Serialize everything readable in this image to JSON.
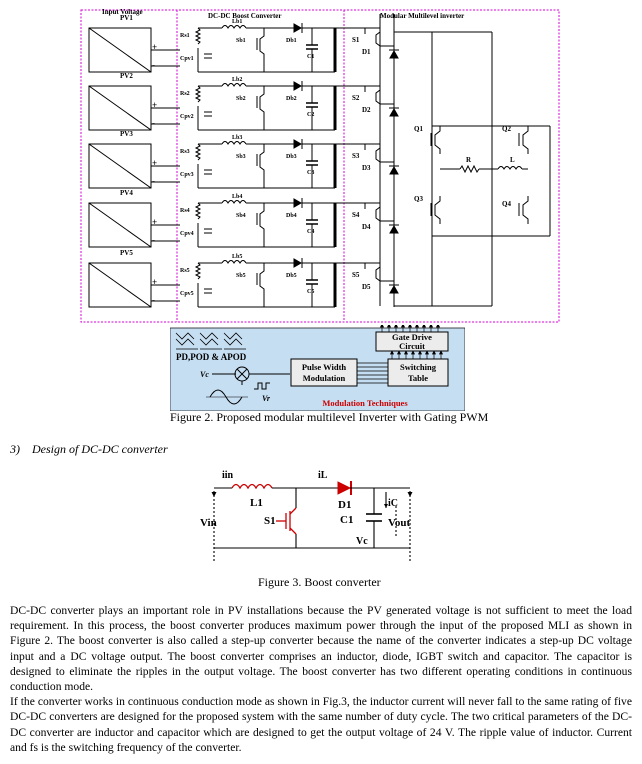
{
  "figure2": {
    "labels": {
      "input_voltage": "Input Voltage",
      "dcdc": "DC-DC Boost Converter",
      "mli": "Modular Multilevel inverter",
      "pv": [
        "PV1",
        "PV2",
        "PV3",
        "PV4",
        "PV5"
      ],
      "rs": [
        "Rs1",
        "Rs2",
        "Rs3",
        "Rs4",
        "Rs5"
      ],
      "cpv": [
        "Cpv1",
        "Cpv2",
        "Cpv3",
        "Cpv4",
        "Cpv5"
      ],
      "lb": [
        "Lb1",
        "Lb2",
        "Lb3",
        "Lb4",
        "Lb5"
      ],
      "sb": [
        "Sb1",
        "Sb2",
        "Sb3",
        "Sb4",
        "Sb5"
      ],
      "db": [
        "Db1",
        "Db2",
        "Db3",
        "Db4",
        "Db5"
      ],
      "c": [
        "C1",
        "C2",
        "C3",
        "C4",
        "C5"
      ],
      "s": [
        "S1",
        "S2",
        "S3",
        "S4",
        "S5"
      ],
      "d": [
        "D1",
        "D2",
        "D3",
        "D4",
        "D5"
      ],
      "q1": "Q1",
      "q2": "Q2",
      "q3": "Q3",
      "q4": "Q4",
      "r": "R",
      "l": "L"
    },
    "control": {
      "pd_pod_apod": "PD,POD & APOD",
      "vc": "Vc",
      "vr": "Vr",
      "pwm_line1": "Pulse Width",
      "pwm_line2": "Modulation",
      "gate_line1": "Gate Drive",
      "gate_line2": "Circuit",
      "switch_line1": "Switching",
      "switch_line2": "Table",
      "modulation": "Modulation Techniques"
    },
    "caption": "Figure 2. Proposed modular multilevel Inverter with Gating PWM"
  },
  "section": {
    "number": "3)",
    "title": "Design of DC-DC converter"
  },
  "figure3": {
    "iin": "iin",
    "il": "iL",
    "l1": "L1",
    "s1": "S1",
    "d1": "D1",
    "ic": "iC",
    "c1": "C1",
    "vin": "Vin",
    "vout": "Vout",
    "vc": "Vc",
    "caption": "Figure 3. Boost converter"
  },
  "body": {
    "p1": "DC-DC converter plays an important role in PV installations because the PV generated voltage is not sufficient to meet the load requirement. In this process, the boost converter produces maximum power through the input of the proposed MLI as shown in Figure 2. The boost converter is also called a step-up converter because the name of the converter indicates a step-up DC voltage input and a DC voltage output. The boost converter comprises an inductor, diode, IGBT switch and capacitor. The capacitor is designed to eliminate the ripples in the output voltage. The boost converter has two different operating conditions in continuous conduction mode.",
    "p2": "If the converter works in continuous conduction mode as shown in Fig.3, the inductor current will never fall to the same rating of five DC-DC converters are designed for the proposed system with the same number of duty cycle. The two critical parameters of the DC-DC converter are inductor and capacitor which are designed to get the output voltage of 24 V. The ripple value of inductor. Current and fs is the switching frequency of the converter."
  },
  "colors": {
    "boundary": "#d400d4",
    "control_bg": "#c6def2",
    "accent": "#cc0000",
    "pwm_box": "#ececec"
  }
}
